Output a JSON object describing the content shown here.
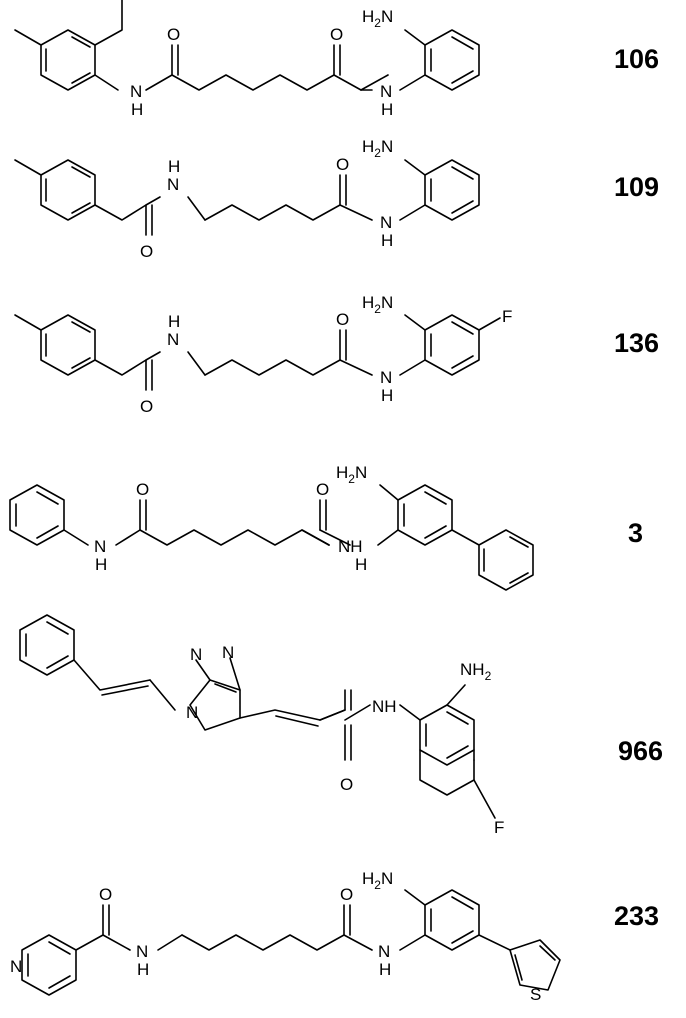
{
  "compounds": [
    {
      "id": "106"
    },
    {
      "id": "109"
    },
    {
      "id": "136"
    },
    {
      "id": "3"
    },
    {
      "id": "966"
    },
    {
      "id": "233"
    }
  ],
  "atoms": {
    "O": "O",
    "H": "H",
    "N": "N",
    "NH": "NH",
    "H2N": "H2N",
    "NH2": "NH2",
    "F": "F",
    "S": "S"
  }
}
